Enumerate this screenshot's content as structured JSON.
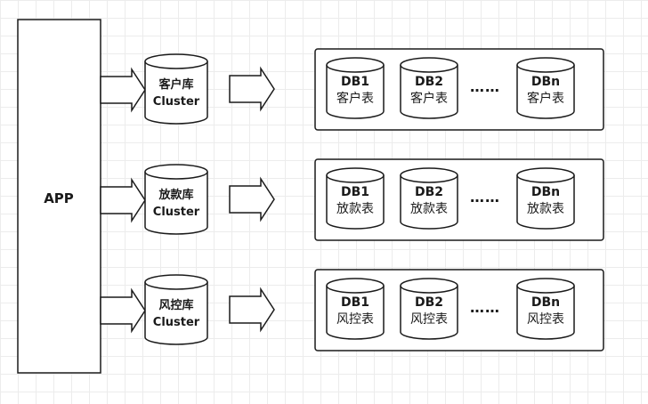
{
  "app": {
    "label": "APP"
  },
  "rows": [
    {
      "cluster": {
        "name": "客户库",
        "type": "Cluster"
      },
      "dbs": [
        {
          "name": "DB1",
          "table": "客户表"
        },
        {
          "name": "DB2",
          "table": "客户表"
        },
        {
          "name": "DBn",
          "table": "客户表"
        }
      ],
      "ellipsis": "……"
    },
    {
      "cluster": {
        "name": "放款库",
        "type": "Cluster"
      },
      "dbs": [
        {
          "name": "DB1",
          "table": "放款表"
        },
        {
          "name": "DB2",
          "table": "放款表"
        },
        {
          "name": "DBn",
          "table": "放款表"
        }
      ],
      "ellipsis": "……"
    },
    {
      "cluster": {
        "name": "风控库",
        "type": "Cluster"
      },
      "dbs": [
        {
          "name": "DB1",
          "table": "风控表"
        },
        {
          "name": "DB2",
          "table": "风控表"
        },
        {
          "name": "DBn",
          "table": "风控表"
        }
      ],
      "ellipsis": "……"
    }
  ]
}
